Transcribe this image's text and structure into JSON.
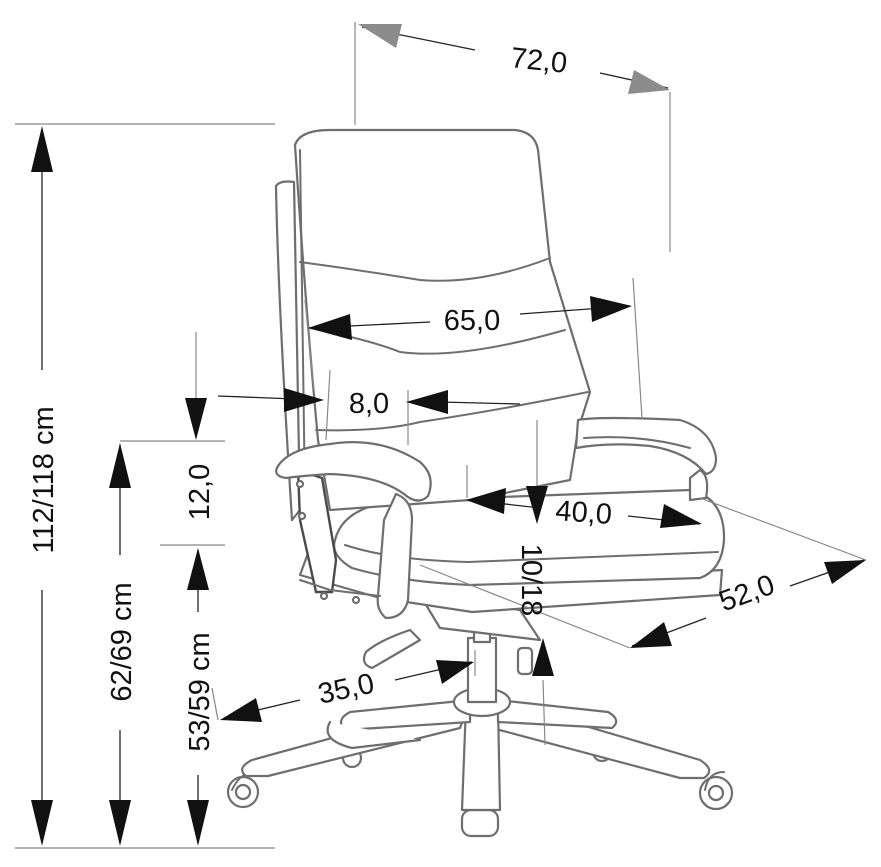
{
  "dimensions": {
    "total_height": "112/118 cm",
    "armrest_height": "62/69 cm",
    "seat_height": "53/59 cm",
    "width_top": "72,0",
    "back_width": "65,0",
    "arm_offset": "8,0",
    "arm_to_seat": "12,0",
    "seat_depth": "40,0",
    "seat_adjust": "10/18",
    "base_depth": "52,0",
    "base_radius": "35,0"
  }
}
